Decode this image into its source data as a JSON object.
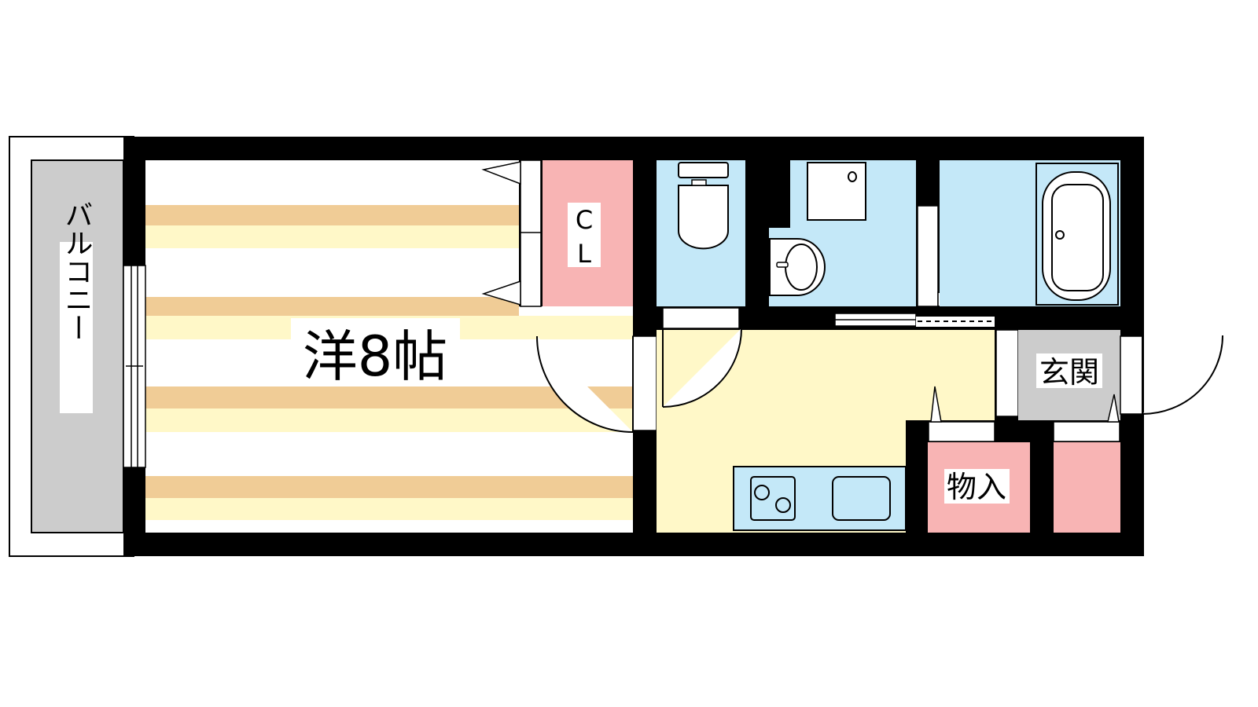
{
  "floorplan": {
    "rooms": {
      "balcony": "バルコニー",
      "western_room": "洋8帖",
      "closet_c": "C",
      "closet_l": "L",
      "entrance": "玄関",
      "storage": "物入"
    }
  },
  "colors": {
    "wall": "#000000",
    "balcony": "#cccccc",
    "closet": "#f8b4b4",
    "wet_area": "#c4e8f8",
    "kitchen": "#fff8c8",
    "floor_stripe": "#f0cc96",
    "entrance": "#cccccc"
  }
}
